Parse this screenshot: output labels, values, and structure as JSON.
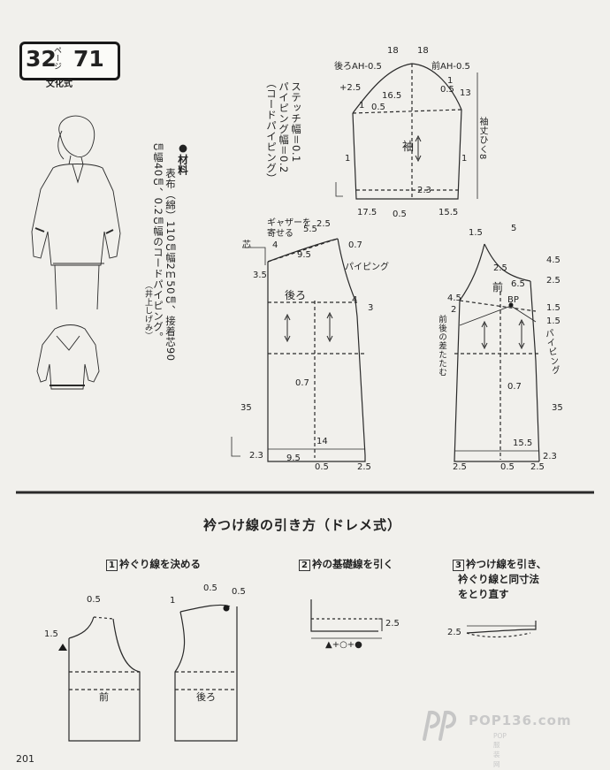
{
  "header": {
    "page_num": "32",
    "page_suffix": "ページ",
    "item_num": "71",
    "method": "文化式"
  },
  "materials": {
    "title": "●材料",
    "line1": "表布（綿）110㎝幅2ｍ50㎝、接着芯90",
    "line2": "㎝幅40㎝、0.2㎝幅のコードパイピング。",
    "credit": "（井上しげみ）"
  },
  "piping_note": {
    "line1": "ステッチ幅＝0.1",
    "line2": "パイピング幅＝0.2",
    "line3": "（コードパイピング）"
  },
  "sleeve": {
    "name": "袖",
    "back_ah": "後ろAH-0.5",
    "front_ah": "前AH-0.5",
    "length_label": "袖丈ひく8",
    "d18a": "18",
    "d18b": "18",
    "d165": "16.5",
    "d13": "13",
    "d25": "+2.5",
    "d05a": "0.5",
    "d05b": "0.5",
    "d1a": "1",
    "d1b": "1",
    "d1c": "1",
    "d1d": "1",
    "d23": "2.3",
    "d175": "17.5",
    "d155": "15.5",
    "d05c": "0.5"
  },
  "back_bodice": {
    "name": "後ろ",
    "gather": "ギャザーを",
    "gather2": "寄せる",
    "piping": "パイピング",
    "d55": "5.5",
    "d25": "2.5",
    "d07": "0.7",
    "d4a": "4",
    "d35": "3.5",
    "d95": "9.5",
    "d4b": "4",
    "d3": "3",
    "d07b": "0.7",
    "d35b": "35",
    "d14": "14",
    "d95b": "9.5",
    "d23": "2.3",
    "d05": "0.5",
    "d25b": "2.5",
    "core": "芯"
  },
  "front_bodice": {
    "name": "前",
    "bp": "BP",
    "diff": "前後の差たたむ",
    "piping": "パイピング",
    "d15": "1.5",
    "d5": "5",
    "d25": "2.5",
    "d45a": "4.5",
    "d65": "6.5",
    "d25b": "2.5",
    "d45b": "4.5",
    "d2": "2",
    "d15b": "1.5",
    "d15c": "1.5",
    "d07": "0.7",
    "d35": "35",
    "d155": "15.5",
    "d23": "2.3",
    "d25c": "2.5",
    "d05": "0.5",
    "d25d": "2.5"
  },
  "section": {
    "title": "衿つけ線の引き方（ドレメ式）",
    "step1_num": "1",
    "step1": "衿ぐり線を決める",
    "step2_num": "2",
    "step2": "衿の基礎線を引く",
    "step3_num": "3",
    "step3a": "衿つけ線を引き、",
    "step3b": "衿ぐり線と同寸法",
    "step3c": "をとり直す"
  },
  "step1_diagram": {
    "front": "前",
    "back": "後ろ",
    "d05a": "0.5",
    "d15": "1.5",
    "d05b": "0.5",
    "d05c": "0.5",
    "d1": "1"
  },
  "step2_diagram": {
    "d25": "2.5",
    "formula": "▲+○+●"
  },
  "step3_diagram": {
    "d25": "2.5"
  },
  "footer": {
    "page": "201"
  },
  "watermark": {
    "main": "POP136.com",
    "sub": "POP服装网"
  }
}
